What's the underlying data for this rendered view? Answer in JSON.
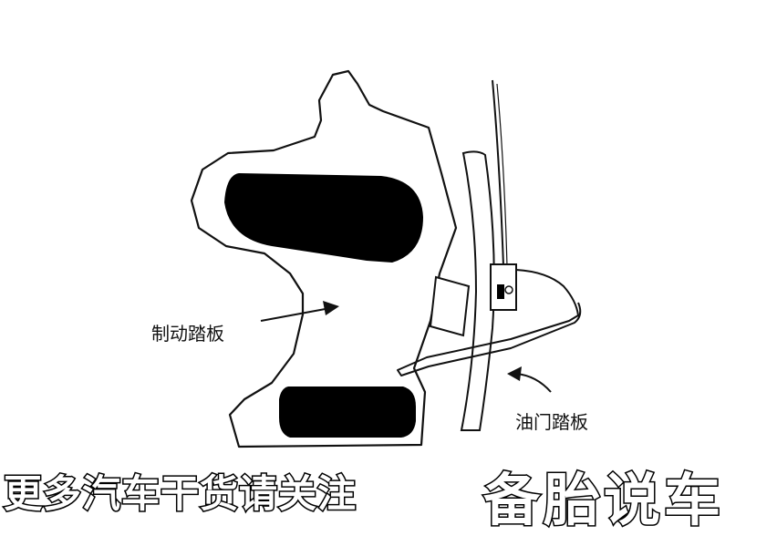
{
  "labels": {
    "brake_pedal": "制动踏板",
    "throttle_pedal": "油门踏板"
  },
  "banner": {
    "left_text": "更多汽车干货请关注",
    "right_text": "备胎说车"
  },
  "colors": {
    "outline": "#111111",
    "fill_dark": "#000000",
    "background": "#ffffff"
  }
}
